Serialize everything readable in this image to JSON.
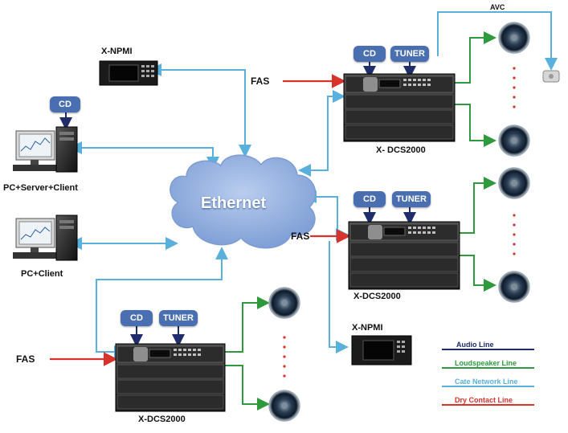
{
  "network": {
    "cloud_label": "Ethernet"
  },
  "devices": {
    "npmi_top": "X-NPMI",
    "npmi_bottom": "X-NPMI",
    "dcs_top": "X- DCS2000",
    "dcs_middle": "X-DCS2000",
    "dcs_bottom": "X-DCS2000",
    "pc_server": "PC+Server+Client",
    "pc_client": "PC+Client",
    "avc": "AVC"
  },
  "sources": {
    "cd": "CD",
    "tuner": "TUNER",
    "fas": "FAS"
  },
  "legend": {
    "items": [
      {
        "label": "Audio Line",
        "color": "#1f2d6b"
      },
      {
        "label": "Loudspeaker  Line",
        "color": "#2e9a3c"
      },
      {
        "label": "Cate Network Line",
        "color": "#5ab0dc"
      },
      {
        "label": "Dry Contact  Line",
        "color": "#d9322b"
      }
    ]
  },
  "colors": {
    "audio": "#1f2d6b",
    "speaker": "#2e9a3c",
    "network": "#5ab0dc",
    "dry_contact": "#d9322b",
    "button": "#4a6fb0",
    "cloud": "#9fb6e0"
  }
}
